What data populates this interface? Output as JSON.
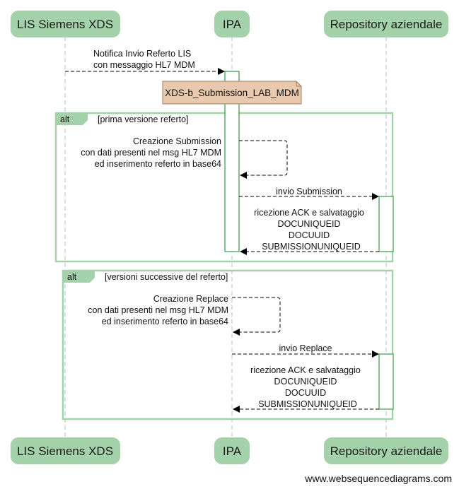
{
  "diagram": {
    "type": "sequence",
    "participants": [
      {
        "id": "lis",
        "label": "LIS Siemens XDS"
      },
      {
        "id": "ipa",
        "label": "IPA"
      },
      {
        "id": "repo",
        "label": "Repository aziendale"
      }
    ],
    "messages": {
      "notifica": {
        "from": "lis",
        "to": "ipa",
        "style": "dashed",
        "lines": [
          "Notifica Invio Referto LIS",
          "con messaggio HL7 MDM"
        ]
      },
      "note": {
        "over": "ipa",
        "text": "XDS-b_Submission_LAB_MDM"
      },
      "alt1": {
        "keyword": "alt",
        "condition": "[prima versione referto]",
        "self_msg": {
          "participant": "ipa",
          "lines": [
            "Creazione Submission",
            "con dati presenti nel msg HL7 MDM",
            "ed inserimento referto in base64"
          ]
        },
        "send": {
          "from": "ipa",
          "to": "repo",
          "label": "invio Submission"
        },
        "reply": {
          "from": "repo",
          "to": "ipa",
          "lines": [
            "ricezione ACK e salvataggio",
            "DOCUNIQUEID",
            "DOCUUID",
            "SUBMISSIONUNIQUEID"
          ]
        }
      },
      "alt2": {
        "keyword": "alt",
        "condition": "[versioni successive del referto]",
        "self_msg": {
          "participant": "ipa",
          "lines": [
            "Creazione Replace",
            "con dati presenti nel msg HL7 MDM",
            "ed inserimento referto in base64"
          ]
        },
        "send": {
          "from": "ipa",
          "to": "repo",
          "label": "invio Replace"
        },
        "reply": {
          "from": "repo",
          "to": "ipa",
          "lines": [
            "ricezione ACK e salvataggio",
            "DOCUNIQUEID",
            "DOCUUID",
            "SUBMISSIONUNIQUEID"
          ]
        }
      }
    },
    "colors": {
      "participant_fill": "#a3d1a9",
      "frame_stroke": "#a3d1a9",
      "activation_stroke": "#3a9a4a",
      "note_fill": "#e8c9ad",
      "note_stroke": "#9a8060",
      "lifeline": "#bbbbbb"
    }
  },
  "footer": {
    "text": "www.websequencediagrams.com"
  }
}
